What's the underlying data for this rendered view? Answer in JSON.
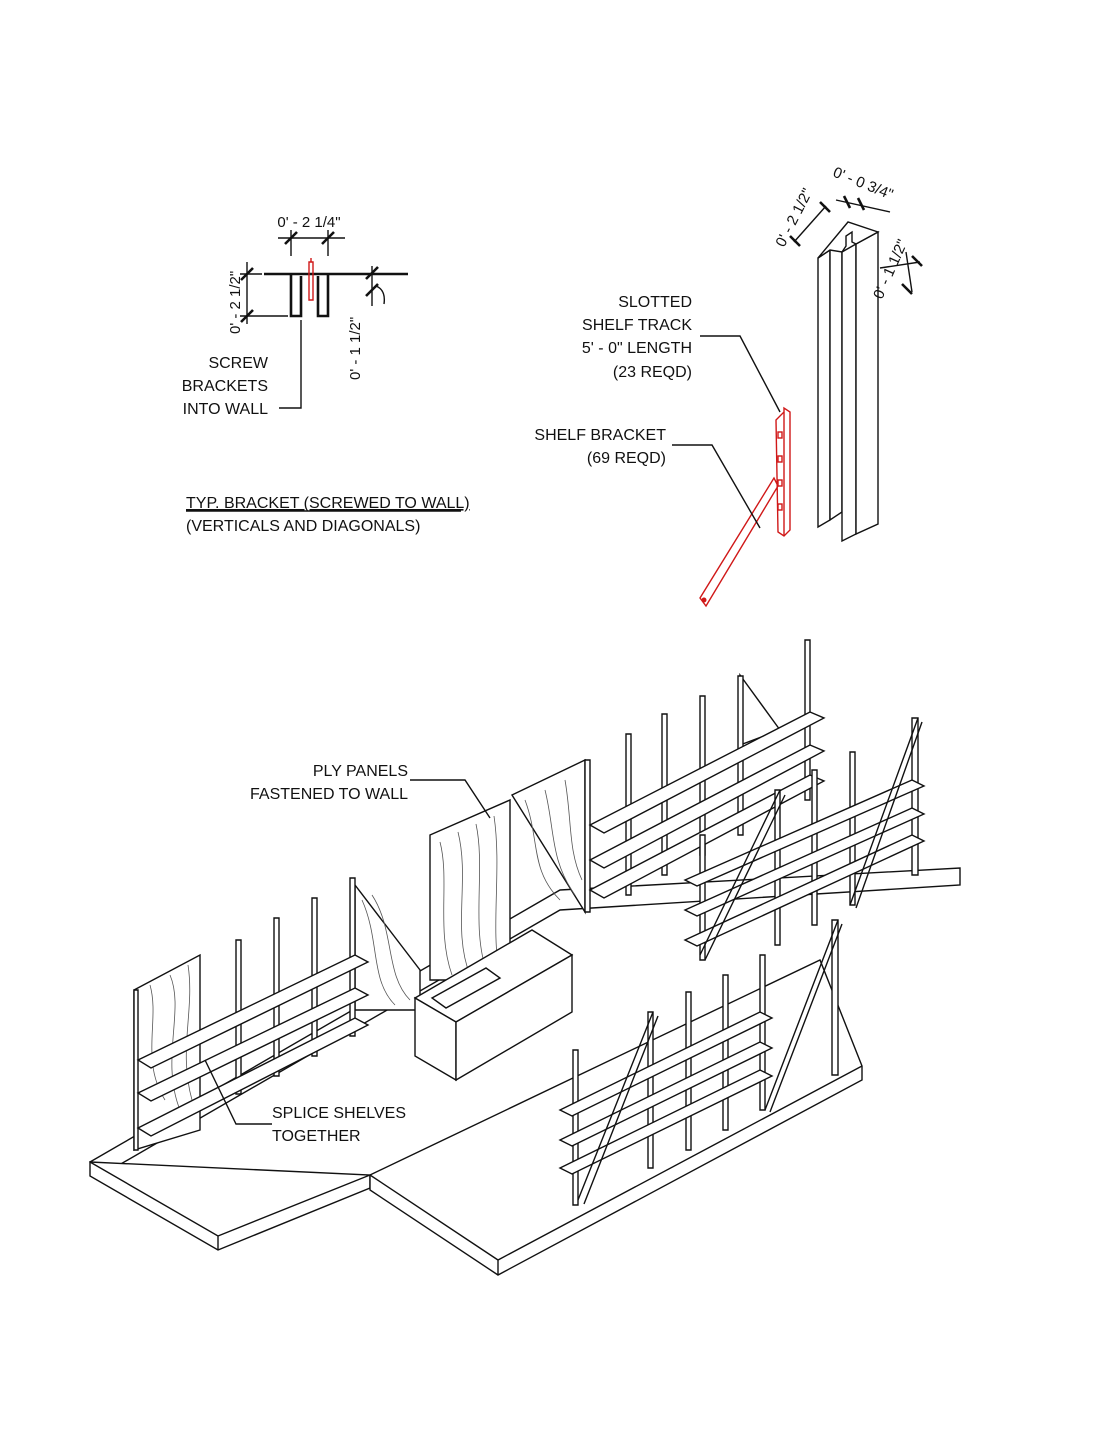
{
  "bracket_detail": {
    "dim_width": "0' - 2 1/4\"",
    "dim_height": "0' - 2 1/2\"",
    "dim_depth": "0' - 1 1/2\"",
    "note_line1": "SCREW",
    "note_line2": "BRACKETS",
    "note_line3": "INTO WALL",
    "caption_title": "TYP. BRACKET (SCREWED TO WALL)",
    "caption_sub": "(VERTICALS AND DIAGONALS)"
  },
  "track_detail": {
    "dim_width": "0' - 2 1/2\"",
    "dim_slot": "0' - 0 3/4\"",
    "dim_depth": "0' - 1 1/2\"",
    "track_line1": "SLOTTED",
    "track_line2": "SHELF TRACK",
    "track_line3": "5' - 0\" LENGTH",
    "track_line4": "(23 REQD)",
    "bracket_line1": "SHELF BRACKET",
    "bracket_line2": "(69  REQD)"
  },
  "axon": {
    "ply_line1": "PLY PANELS",
    "ply_line2": "FASTENED TO WALL",
    "splice_line1": "SPLICE SHELVES",
    "splice_line2": "TOGETHER"
  },
  "colors": {
    "ink": "#111111",
    "highlight": "#d01818"
  }
}
